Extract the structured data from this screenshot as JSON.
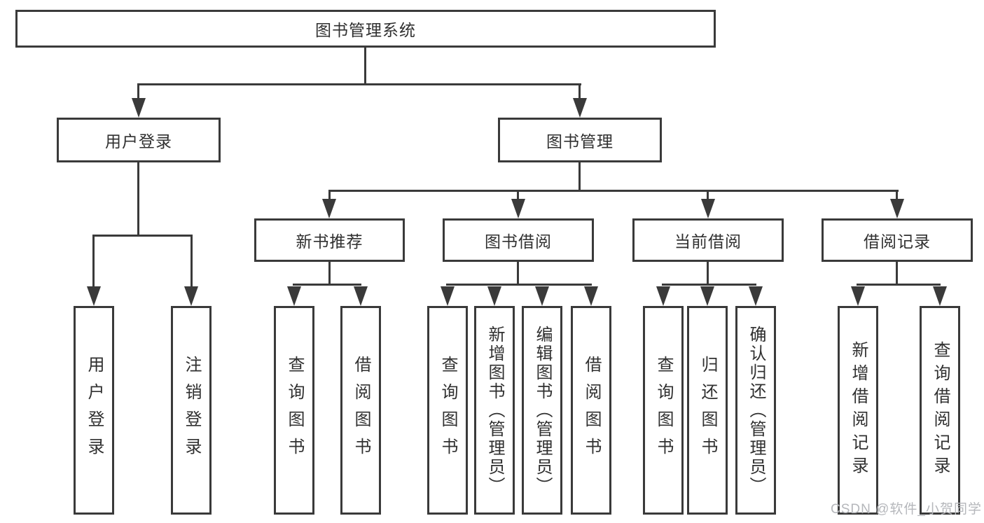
{
  "tree": {
    "root": "图书管理系统",
    "login": {
      "label": "用户登录",
      "children": [
        "用户登录",
        "注销登录"
      ]
    },
    "mgmt": {
      "label": "图书管理",
      "groups": [
        {
          "label": "新书推荐",
          "children": [
            "查询图书",
            "借阅图书"
          ]
        },
        {
          "label": "图书借阅",
          "children": [
            "查询图书",
            "新增图书（管理员）",
            "编辑图书（管理员）",
            "借阅图书"
          ]
        },
        {
          "label": "当前借阅",
          "children": [
            "查询图书",
            "归还图书",
            "确认归还（管理员）"
          ]
        },
        {
          "label": "借阅记录",
          "children": [
            "新增借阅记录",
            "查询借阅记录"
          ]
        }
      ]
    }
  },
  "watermark": {
    "text": "CSDN @软件_小贺同学"
  },
  "colors": {
    "line": "#3a3a3a",
    "text": "#303030",
    "watermark": "#b5b7bb",
    "background": "#ffffff"
  }
}
